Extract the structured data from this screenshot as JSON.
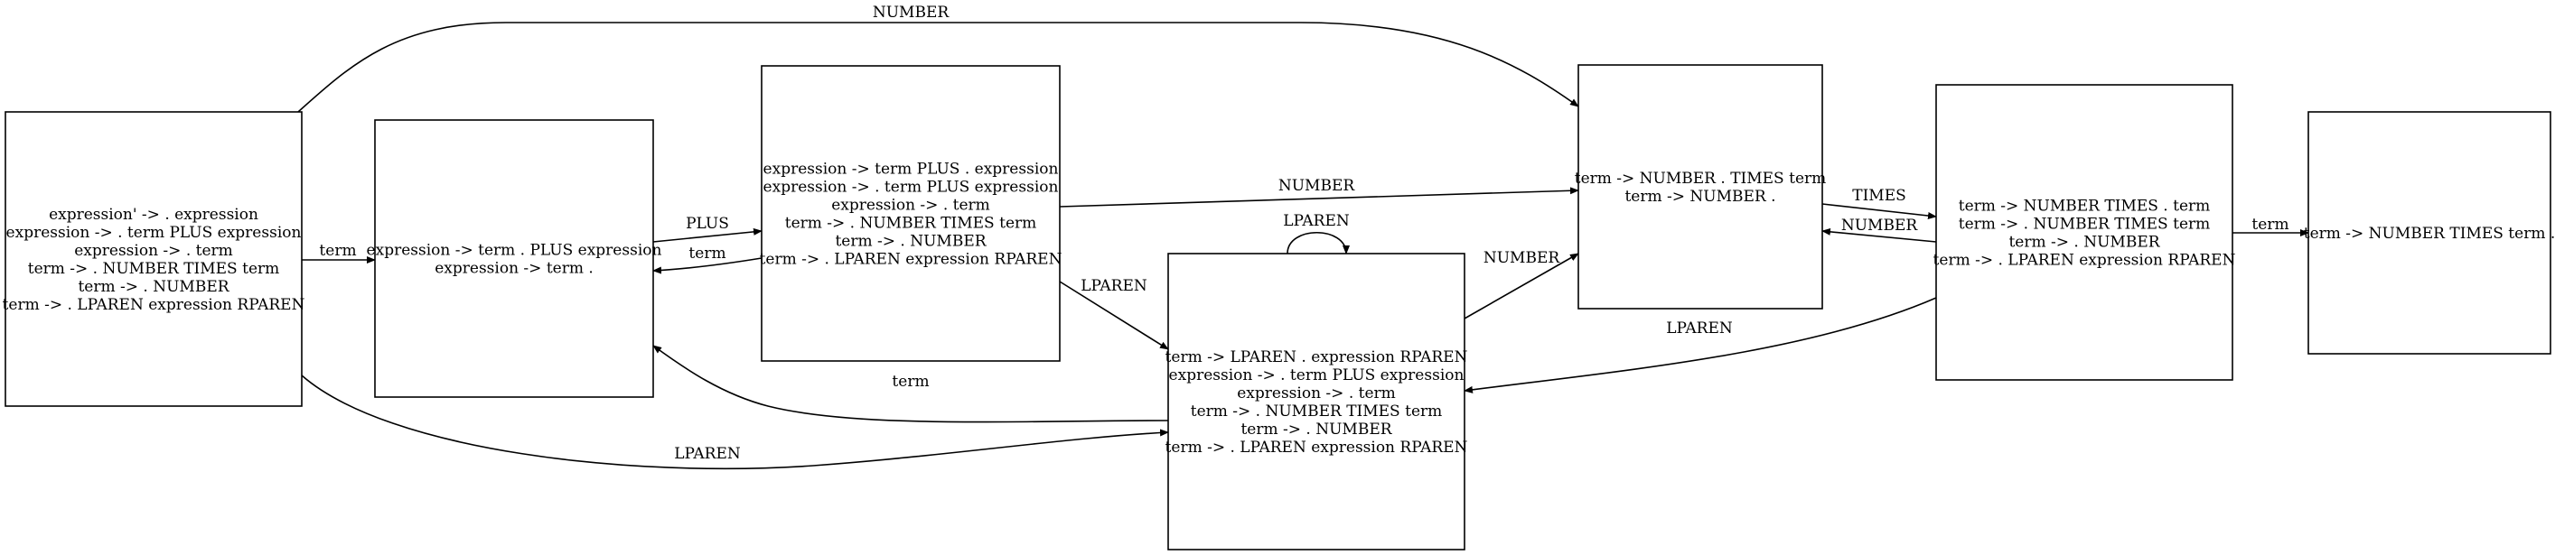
{
  "states": [
    {
      "id": "s0",
      "lines": [
        "expression' -> . expression",
        "expression -> . term PLUS expression",
        "expression -> . term",
        "term -> . NUMBER TIMES term",
        "term -> . NUMBER",
        "term -> . LPAREN expression RPAREN"
      ]
    },
    {
      "id": "s1",
      "lines": [
        "expression -> term . PLUS expression",
        "expression -> term ."
      ]
    },
    {
      "id": "s2",
      "lines": [
        "expression -> term PLUS . expression",
        "expression -> . term PLUS expression",
        "expression -> . term",
        "term -> . NUMBER TIMES term",
        "term -> . NUMBER",
        "term -> . LPAREN expression RPAREN"
      ]
    },
    {
      "id": "s3",
      "lines": [
        "term -> LPAREN . expression RPAREN",
        "expression -> . term PLUS expression",
        "expression -> . term",
        "term -> . NUMBER TIMES term",
        "term -> . NUMBER",
        "term -> . LPAREN expression RPAREN"
      ]
    },
    {
      "id": "s4",
      "lines": [
        "term -> NUMBER . TIMES term",
        "term -> NUMBER ."
      ]
    },
    {
      "id": "s5",
      "lines": [
        "term -> NUMBER TIMES . term",
        "term -> . NUMBER TIMES term",
        "term -> . NUMBER",
        "term -> . LPAREN expression RPAREN"
      ]
    },
    {
      "id": "s6",
      "lines": [
        "term -> NUMBER TIMES term ."
      ]
    }
  ],
  "edges": [
    {
      "id": "e-s0-s4-number",
      "from": "s0",
      "to": "s4",
      "label": "NUMBER"
    },
    {
      "id": "e-s0-s1-term",
      "from": "s0",
      "to": "s1",
      "label": "term"
    },
    {
      "id": "e-s0-s3-lparen",
      "from": "s0",
      "to": "s3",
      "label": "LPAREN"
    },
    {
      "id": "e-s1-s2-plus",
      "from": "s1",
      "to": "s2",
      "label": "PLUS"
    },
    {
      "id": "e-s2-s1-term",
      "from": "s2",
      "to": "s1",
      "label": "term"
    },
    {
      "id": "e-s2-s4-number",
      "from": "s2",
      "to": "s4",
      "label": "NUMBER"
    },
    {
      "id": "e-s2-s3-lparen",
      "from": "s2",
      "to": "s3",
      "label": "LPAREN"
    },
    {
      "id": "e-s3-s3-lparen",
      "from": "s3",
      "to": "s3",
      "label": "LPAREN"
    },
    {
      "id": "e-s3-s1-term",
      "from": "s3",
      "to": "s1",
      "label": "term"
    },
    {
      "id": "e-s3-s4-number",
      "from": "s3",
      "to": "s4",
      "label": "NUMBER"
    },
    {
      "id": "e-s4-s5-times",
      "from": "s4",
      "to": "s5",
      "label": "TIMES"
    },
    {
      "id": "e-s5-s4-number",
      "from": "s5",
      "to": "s4",
      "label": "NUMBER"
    },
    {
      "id": "e-s5-s3-lparen",
      "from": "s5",
      "to": "s3",
      "label": "LPAREN"
    },
    {
      "id": "e-s5-s6-term",
      "from": "s5",
      "to": "s6",
      "label": "term"
    }
  ]
}
